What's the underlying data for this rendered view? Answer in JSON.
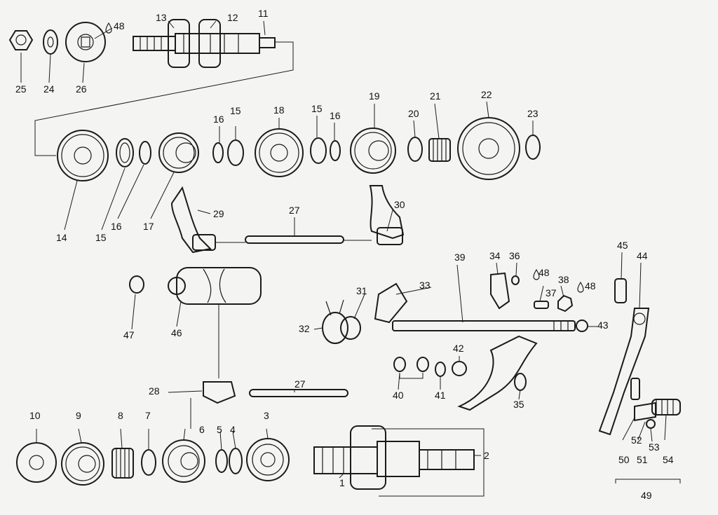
{
  "labels": [
    {
      "id": "p1",
      "text": "1"
    },
    {
      "id": "p2",
      "text": "2"
    },
    {
      "id": "p3",
      "text": "3"
    },
    {
      "id": "p4",
      "text": "4"
    },
    {
      "id": "p5",
      "text": "5"
    },
    {
      "id": "p6",
      "text": "6"
    },
    {
      "id": "p7",
      "text": "7"
    },
    {
      "id": "p8",
      "text": "8"
    },
    {
      "id": "p9",
      "text": "9"
    },
    {
      "id": "p10",
      "text": "10"
    },
    {
      "id": "p11",
      "text": "11"
    },
    {
      "id": "p12",
      "text": "12"
    },
    {
      "id": "p13",
      "text": "13"
    },
    {
      "id": "p14",
      "text": "14"
    },
    {
      "id": "p15a",
      "text": "15"
    },
    {
      "id": "p15b",
      "text": "15"
    },
    {
      "id": "p15c",
      "text": "15"
    },
    {
      "id": "p16a",
      "text": "16"
    },
    {
      "id": "p16b",
      "text": "16"
    },
    {
      "id": "p16c",
      "text": "16"
    },
    {
      "id": "p17",
      "text": "17"
    },
    {
      "id": "p18",
      "text": "18"
    },
    {
      "id": "p19",
      "text": "19"
    },
    {
      "id": "p20",
      "text": "20"
    },
    {
      "id": "p21",
      "text": "21"
    },
    {
      "id": "p22",
      "text": "22"
    },
    {
      "id": "p23",
      "text": "23"
    },
    {
      "id": "p24",
      "text": "24"
    },
    {
      "id": "p25",
      "text": "25"
    },
    {
      "id": "p26",
      "text": "26"
    },
    {
      "id": "p27a",
      "text": "27"
    },
    {
      "id": "p27b",
      "text": "27"
    },
    {
      "id": "p28",
      "text": "28"
    },
    {
      "id": "p29",
      "text": "29"
    },
    {
      "id": "p30",
      "text": "30"
    },
    {
      "id": "p31",
      "text": "31"
    },
    {
      "id": "p32",
      "text": "32"
    },
    {
      "id": "p33",
      "text": "33"
    },
    {
      "id": "p34",
      "text": "34"
    },
    {
      "id": "p35",
      "text": "35"
    },
    {
      "id": "p36",
      "text": "36"
    },
    {
      "id": "p37",
      "text": "37"
    },
    {
      "id": "p38",
      "text": "38"
    },
    {
      "id": "p39",
      "text": "39"
    },
    {
      "id": "p40",
      "text": "40"
    },
    {
      "id": "p41",
      "text": "41"
    },
    {
      "id": "p42",
      "text": "42"
    },
    {
      "id": "p43",
      "text": "43"
    },
    {
      "id": "p44",
      "text": "44"
    },
    {
      "id": "p45",
      "text": "45"
    },
    {
      "id": "p46",
      "text": "46"
    },
    {
      "id": "p47",
      "text": "47"
    },
    {
      "id": "p48a",
      "text": "48"
    },
    {
      "id": "p48b",
      "text": "48"
    },
    {
      "id": "p48c",
      "text": "48"
    },
    {
      "id": "p49",
      "text": "49"
    },
    {
      "id": "p50",
      "text": "50"
    },
    {
      "id": "p51",
      "text": "51"
    },
    {
      "id": "p52",
      "text": "52"
    },
    {
      "id": "p53",
      "text": "53"
    },
    {
      "id": "p54",
      "text": "54"
    }
  ]
}
